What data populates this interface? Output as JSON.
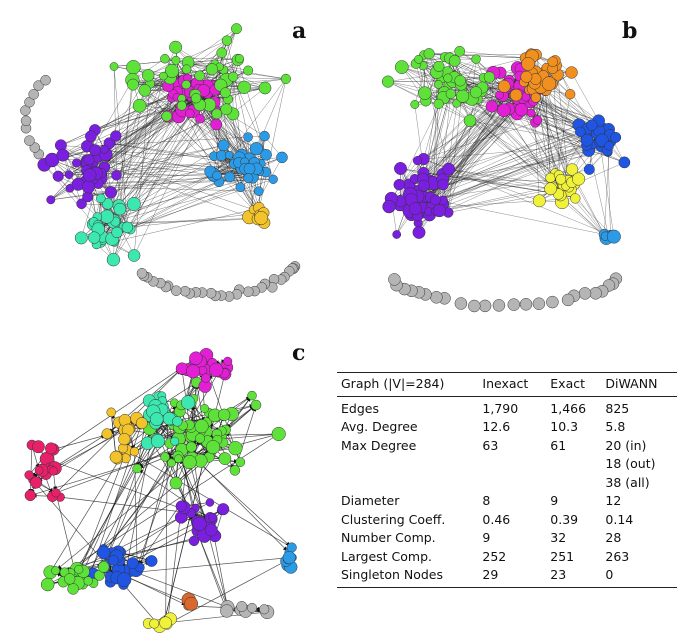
{
  "labels": {
    "a": "a",
    "b": "b",
    "c": "c"
  },
  "colors": {
    "purple": "#7a1fe0",
    "magenta": "#e21fd5",
    "green": "#5ee23a",
    "blue_light": "#2b9be8",
    "teal": "#3de8b0",
    "yellow": "#f2c32a",
    "gray": "#b5b5b5",
    "orange": "#f2901f",
    "blue": "#1f55e2",
    "yellow_bright": "#f0f23a",
    "red_pink": "#e8206a",
    "dark_orange": "#d9672e"
  },
  "table": {
    "headers": [
      "Graph (|V|=284)",
      "Inexact",
      "Exact",
      "DiWANN"
    ],
    "rows": [
      [
        "Edges",
        "1,790",
        "1,466",
        "825"
      ],
      [
        "Avg. Degree",
        "12.6",
        "10.3",
        "5.8"
      ],
      [
        "Max Degree",
        "63",
        "61",
        "20 (in)"
      ],
      [
        "",
        "",
        "",
        "18 (out)"
      ],
      [
        "",
        "",
        "",
        "38 (all)"
      ],
      [
        "Diameter",
        "8",
        "9",
        "12"
      ],
      [
        "Clustering Coeff.",
        "0.46",
        "0.39",
        "0.14"
      ],
      [
        "Number Comp.",
        "9",
        "32",
        "28"
      ],
      [
        "Largest Comp.",
        "252",
        "251",
        "263"
      ],
      [
        "Singleton Nodes",
        "29",
        "23",
        "0"
      ]
    ]
  }
}
